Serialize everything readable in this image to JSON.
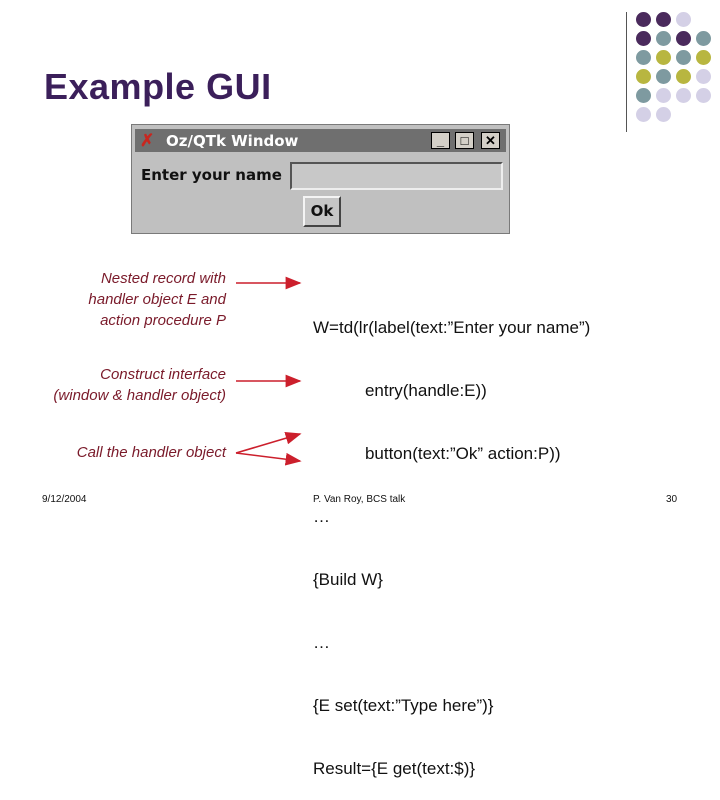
{
  "slide": {
    "title": "Example GUI",
    "footer": {
      "date": "9/12/2004",
      "author": "P. Van Roy, BCS talk",
      "page": "30"
    }
  },
  "colors": {
    "title": "#3b1f5a",
    "annotation": "#7a1a2a",
    "arrow": "#cc1f2c",
    "dot_purple": "#4a2a5c",
    "dot_teal": "#7e9aa0",
    "dot_olive": "#b8b640",
    "dot_lavender": "#d4d0e6"
  },
  "window": {
    "title": "Oz/QTk Window",
    "icon": "oz-x-icon",
    "minimize_label": "_",
    "maximize_label": "□",
    "close_label": "✕",
    "label": "Enter your name",
    "entry_value": "",
    "ok_label": "Ok"
  },
  "annotations": [
    {
      "lines": [
        "Nested record with",
        "handler object E and",
        "action procedure P"
      ]
    },
    {
      "lines": [
        "Construct interface",
        "(window & handler object)"
      ]
    },
    {
      "lines": [
        "Call the handler object"
      ]
    }
  ],
  "code": [
    "W=td(lr(label(text:”Enter your name”)",
    "           entry(handle:E))",
    "           button(text:”Ok” action:P))",
    "…",
    "{Build W}",
    "…",
    "{E set(text:”Type here”)}",
    "Result={E get(text:$)}"
  ]
}
